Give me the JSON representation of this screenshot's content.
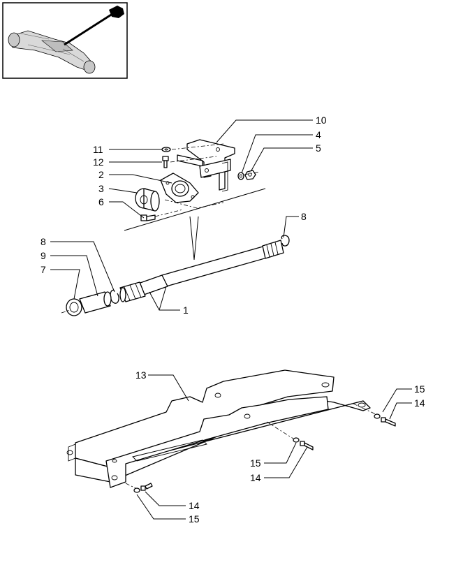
{
  "callouts": {
    "c10": "10",
    "c4": "4",
    "c5": "5",
    "c11": "11",
    "c12": "12",
    "c2": "2",
    "c3": "3",
    "c6": "6",
    "c8_right": "8",
    "c8_left": "8",
    "c9": "9",
    "c7": "7",
    "c1": "1",
    "c13": "13",
    "c15_right": "15",
    "c14_right": "14",
    "c15_mid": "15",
    "c14_mid": "14",
    "c14_bottom": "14",
    "c15_bottom": "15"
  }
}
